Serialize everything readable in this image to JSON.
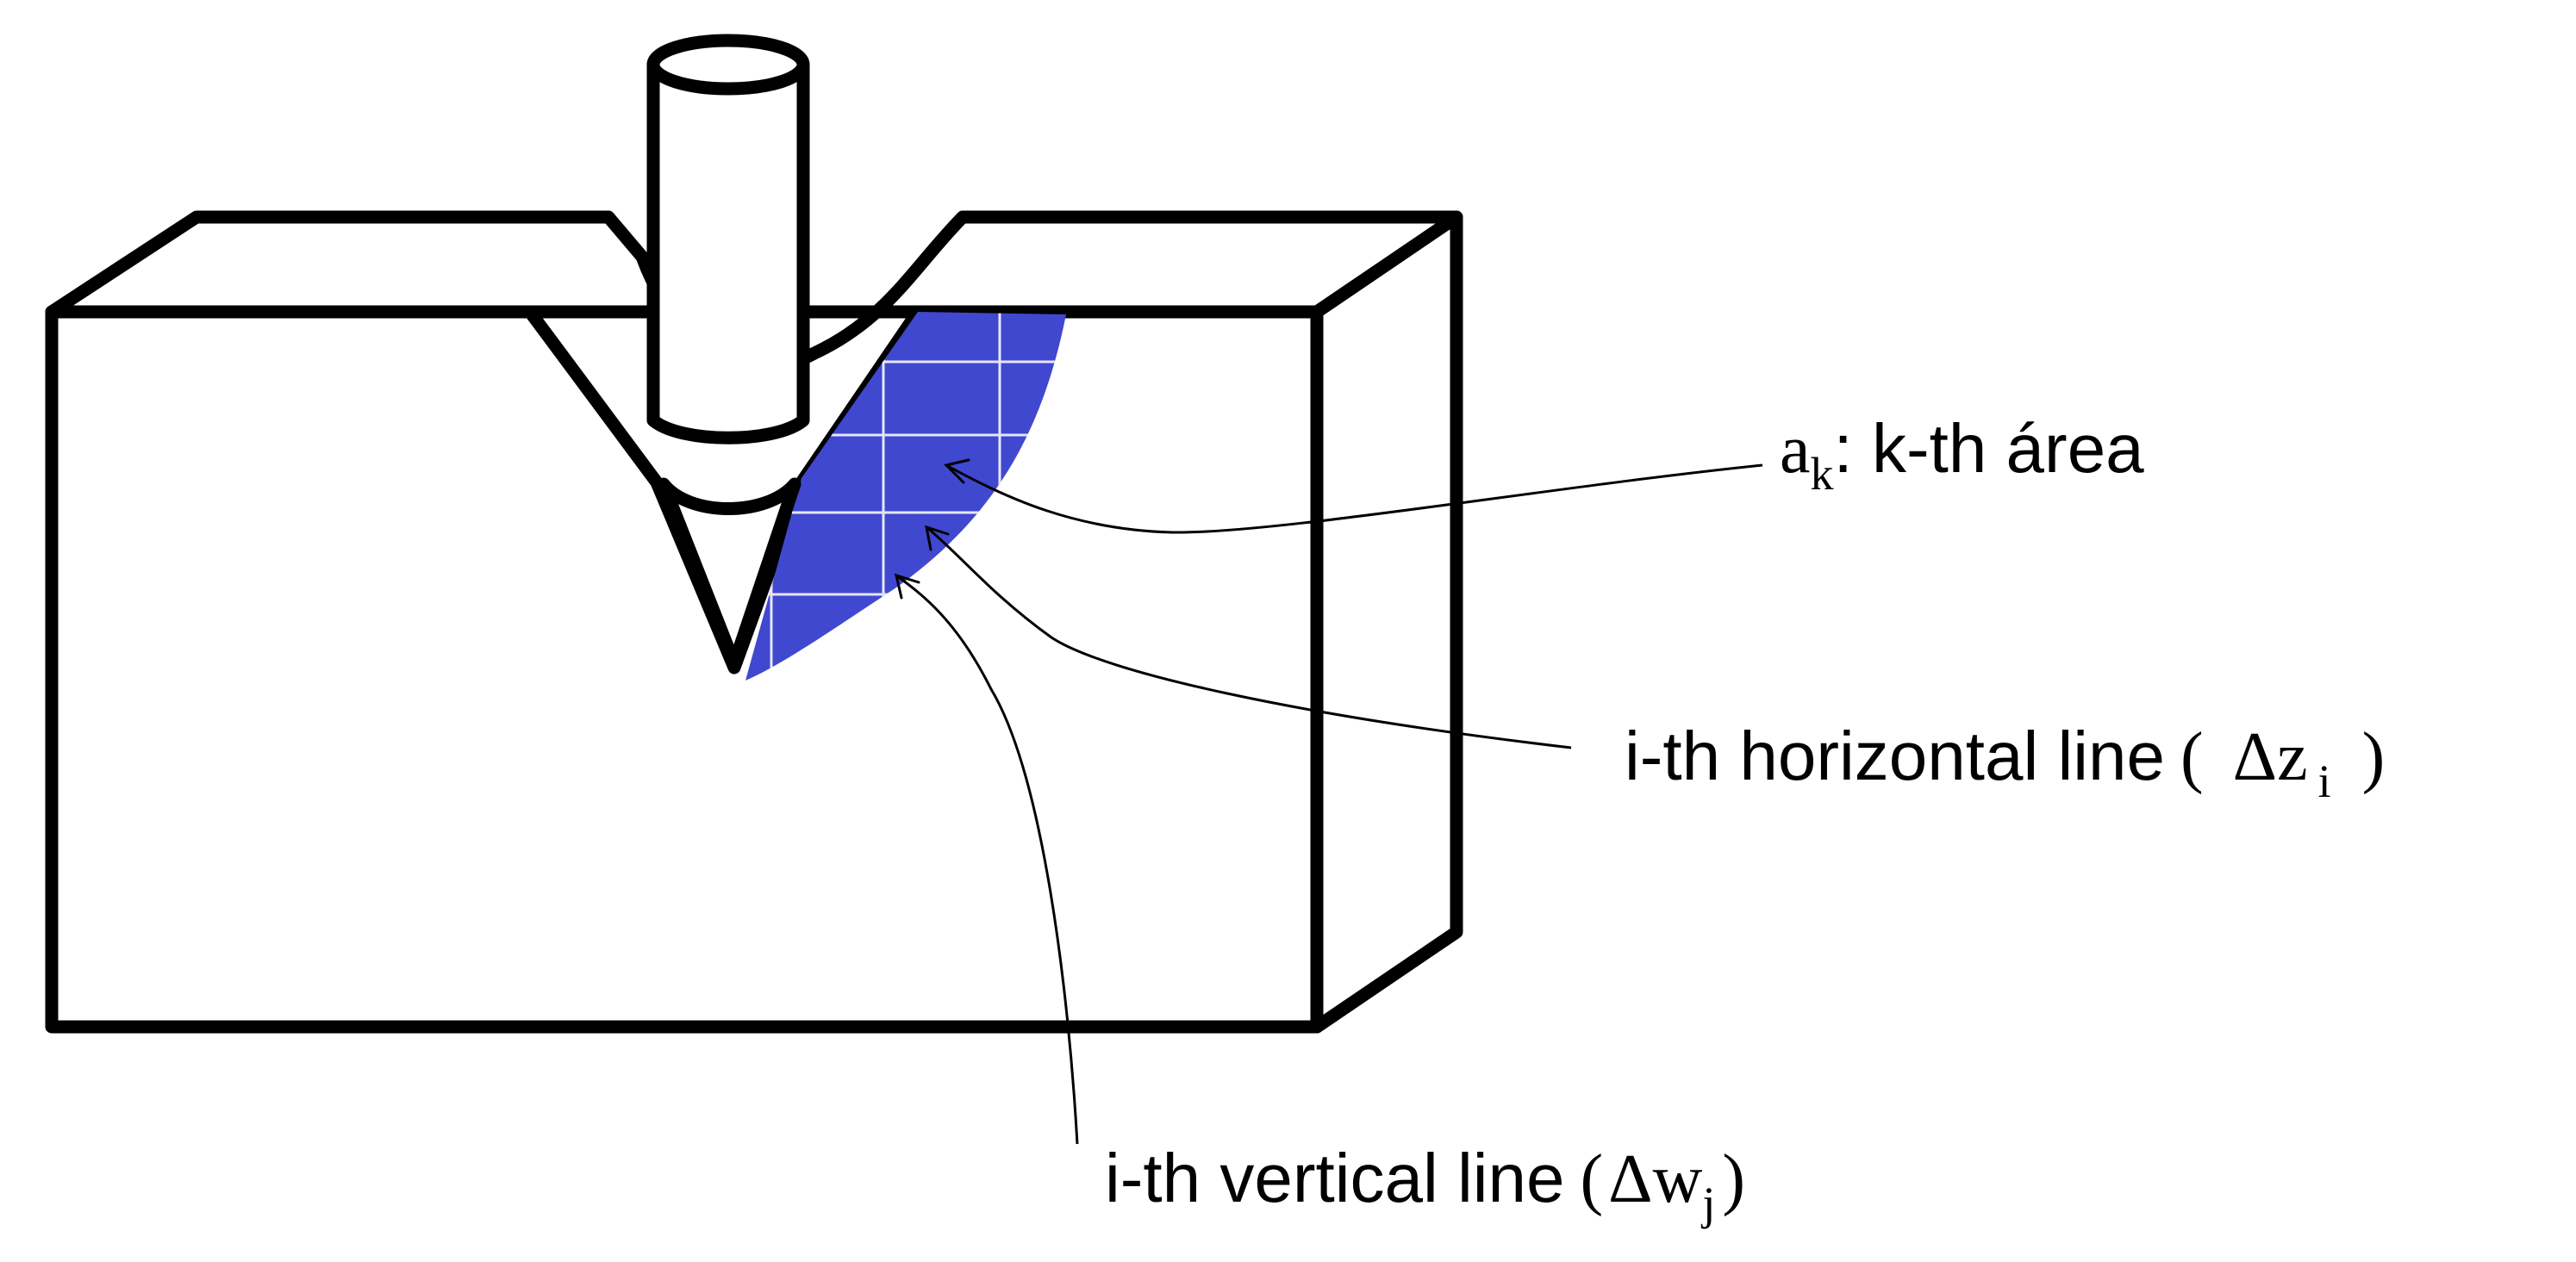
{
  "colors": {
    "area_fill": "#4048d0",
    "grid": "#e6e6f5",
    "stroke": "#000000",
    "background": "#ffffff"
  },
  "labels": {
    "area": {
      "symbol": "a",
      "subscript": "k",
      "text": ": k-th área"
    },
    "horizontal": {
      "text": "i-th horizontal line",
      "open": "(",
      "delta": "Δ",
      "symbol": "z",
      "subscript": "i",
      "close": ")"
    },
    "vertical": {
      "text": "i-th vertical line",
      "open": "(",
      "delta": "Δ",
      "symbol": "w",
      "subscript": "j",
      "close": ")"
    }
  }
}
